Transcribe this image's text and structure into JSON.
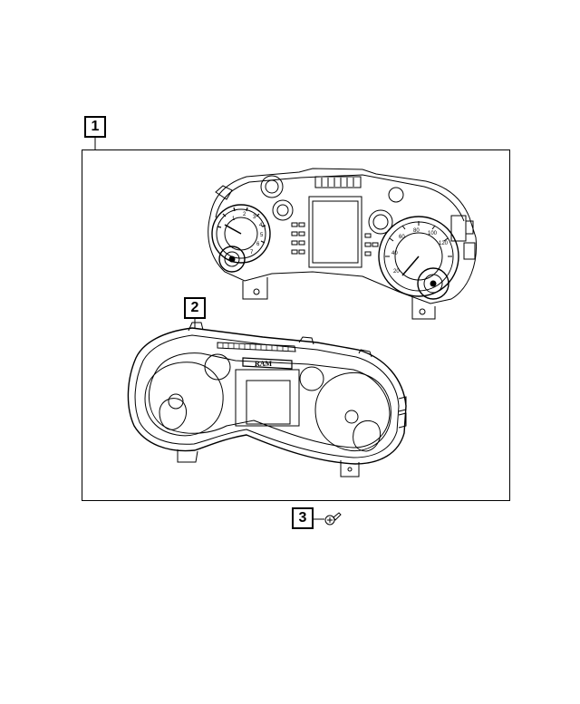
{
  "callouts": {
    "item1": "1",
    "item2": "2",
    "item3": "3"
  },
  "cluster": {
    "badge_text": "RAM",
    "tach_numbers": [
      "1",
      "2",
      "3",
      "4",
      "5",
      "6",
      "7"
    ],
    "speedo_numbers": [
      "20",
      "40",
      "60",
      "80",
      "100",
      "120"
    ]
  }
}
